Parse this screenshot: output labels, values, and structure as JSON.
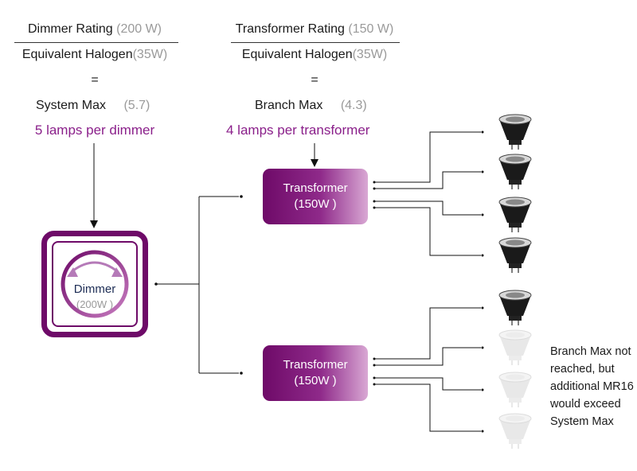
{
  "dimmer_formula": {
    "numerator_label": "Dimmer Rating",
    "numerator_value": "(200 W)",
    "denominator_label": "Equivalent Halogen",
    "denominator_value": "(35W)",
    "equals": "=",
    "result_label": "System Max",
    "result_value": "(5.7)",
    "summary": "5 lamps per dimmer"
  },
  "transformer_formula": {
    "numerator_label": "Transformer Rating",
    "numerator_value": "(150 W)",
    "denominator_label": "Equivalent Halogen",
    "denominator_value": "(35W)",
    "equals": "=",
    "result_label": "Branch Max",
    "result_value": "(4.3)",
    "summary": "4 lamps per transformer"
  },
  "dimmer": {
    "label": "Dimmer",
    "rating": "(200W )"
  },
  "transformers": [
    {
      "label": "Transformer",
      "rating": "(150W )"
    },
    {
      "label": "Transformer",
      "rating": "(150W )"
    }
  ],
  "note": "Branch Max not reached, but additional MR16 would exceed System Max",
  "colors": {
    "purple_dark": "#6e0a68",
    "purple_text": "#8a1f8a",
    "gray_value": "#9a9a9a"
  },
  "icons": {
    "lamp": "mr16-lamp-icon",
    "dimmer_arrows": "rotate-arrows-icon"
  }
}
